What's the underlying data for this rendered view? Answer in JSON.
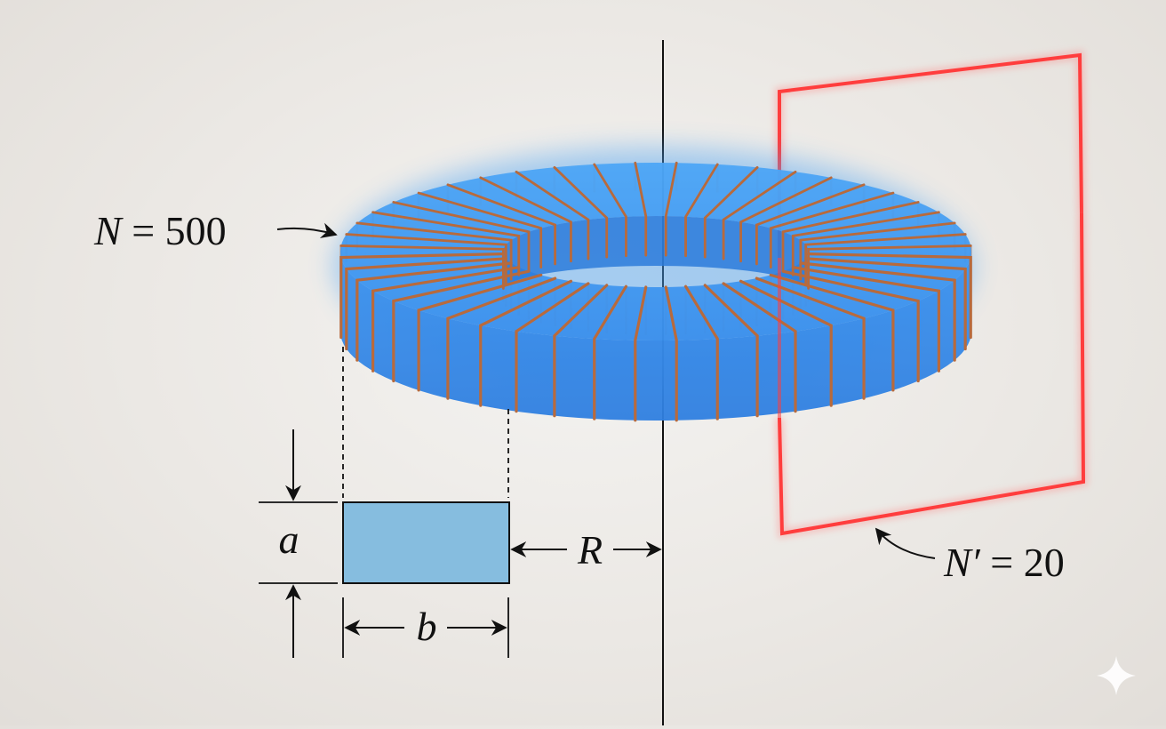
{
  "labels": {
    "n_primary_symbol": "N",
    "n_primary_value": " = 500",
    "n_secondary_symbol": "N′",
    "n_secondary_value": " = 20",
    "dim_a": "a",
    "dim_b": "b",
    "dim_r": "R"
  },
  "colors": {
    "core_top": "#4aa0f2",
    "core_side": "#2d86e8",
    "winding": "#b86a3c",
    "secondary_loop": "#ff3d3d",
    "cross_section": "#86bddf"
  },
  "winding_turns_drawn": 48
}
